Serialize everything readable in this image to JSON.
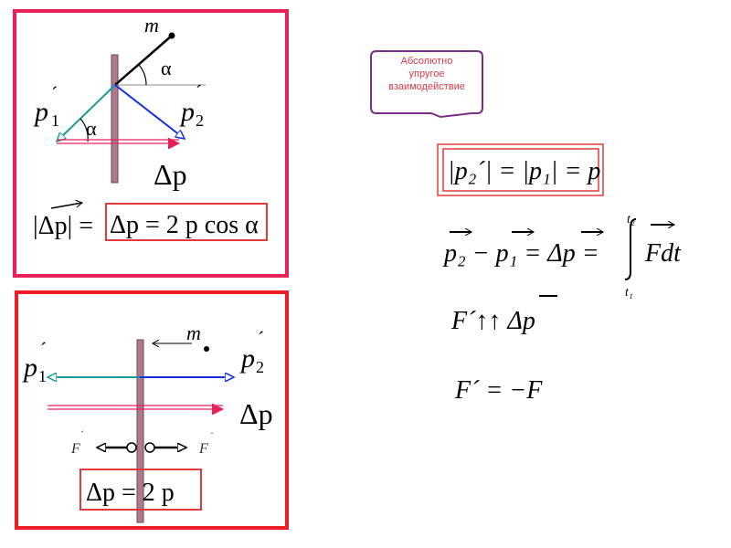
{
  "colors": {
    "frame_top": "#e8205a",
    "frame_bottom": "#ee1c24",
    "plate": "#b07a8c",
    "incoming": "#1a9a9a",
    "outgoing": "#1030e0",
    "delta": "#e8205a",
    "callout_border": "#7b2d8b",
    "callout_text": "#d63a4a",
    "box_border": "#e23b3b"
  },
  "top_panel": {
    "mass_label": "m",
    "angle_upper": "α",
    "angle_lower": "α",
    "p1_label": "p",
    "p1_sub": "1",
    "p1_prime": "´",
    "p2_label": "p",
    "p2_sub": "2",
    "p2_prime": "´",
    "delta_label": "Δp",
    "formula_lhs": "|Δp| =",
    "formula_boxed": "Δp = 2 p cos α"
  },
  "bottom_panel": {
    "mass_label": "m",
    "p1_label": "p",
    "p1_sub": "1",
    "p1_prime": "´",
    "p2_label": "p",
    "p2_sub": "2",
    "p2_prime": "´",
    "delta_label": "Δp",
    "force_left": "F",
    "force_left_prime": "´",
    "force_right": "F",
    "force_right_prime": "·",
    "formula_boxed": "Δp = 2 p"
  },
  "callout": {
    "line1": "Абсолютно",
    "line2": "упругое",
    "line3": "взаимодействие"
  },
  "equations": {
    "eq1": "|p₂´| = |p₁| = p",
    "eq2_lhs": "p₂ − p₁ = Δp =",
    "eq2_upper": "t₂",
    "eq2_lower": "t₁",
    "eq2_integrand": "Fdt",
    "eq3": "F´↑↑ Δp",
    "eq4": "F´ = −F"
  }
}
